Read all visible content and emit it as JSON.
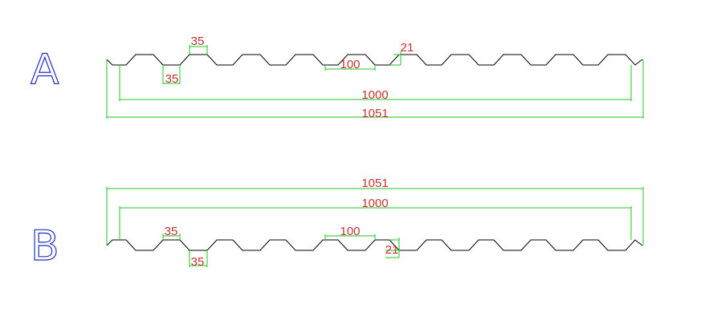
{
  "drawings": [
    {
      "id": "A",
      "letter": "A",
      "dims": {
        "rib_top": "35",
        "rib_bottom": "35",
        "pitch": "100",
        "height": "21",
        "cover_width": "1000",
        "overall_width": "1051"
      }
    },
    {
      "id": "B",
      "letter": "B",
      "dims": {
        "rib_top": "35",
        "rib_bottom": "35",
        "pitch": "100",
        "height": "21",
        "cover_width": "1000",
        "overall_width": "1051"
      }
    }
  ],
  "colors": {
    "profile": "#000000",
    "dimension_line": "#1ec81e",
    "dimension_text": "#c83232",
    "letter": "#2030c0"
  }
}
